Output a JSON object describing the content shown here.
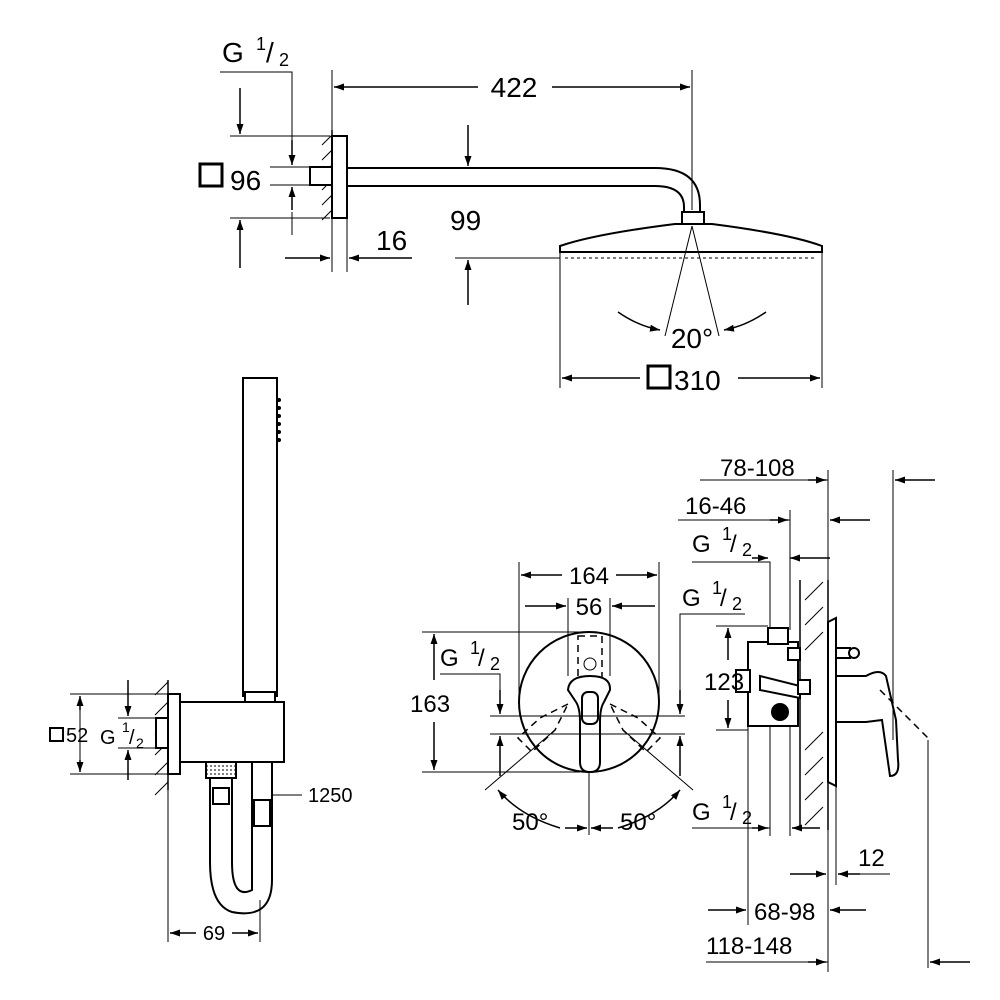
{
  "shower_head_view": {
    "thread_label": "G",
    "thread_frac_num": "1",
    "thread_frac_den": "2",
    "flange_size": "96",
    "arm_length": "422",
    "flange_depth": "16",
    "arm_drop": "99",
    "spray_angle": "20°",
    "head_size": "310"
  },
  "hand_shower_view": {
    "outlet_size": "52",
    "thread_label": "G",
    "thread_frac_num": "1",
    "thread_frac_den": "2",
    "hose_length": "1250",
    "bracket_depth": "69"
  },
  "mixer_front_view": {
    "plate_width": "164",
    "handle_width": "56",
    "plate_height": "163",
    "thread_top_label": "G",
    "thread_top_num": "1",
    "thread_top_den": "2",
    "thread_right_label": "G",
    "thread_right_num": "1",
    "thread_right_den": "2",
    "angle_left": "50°",
    "angle_right": "50°"
  },
  "mixer_side_view": {
    "install_range_outer": "78-108",
    "install_range_inner": "16-46",
    "thread_top_label": "G",
    "thread_top_num": "1",
    "thread_top_den": "2",
    "body_height": "123",
    "thread_bottom_label": "G",
    "thread_bottom_num": "1",
    "thread_bottom_den": "2",
    "plate_thickness": "12",
    "depth_range_small": "68-98",
    "depth_range_large": "118-148"
  }
}
